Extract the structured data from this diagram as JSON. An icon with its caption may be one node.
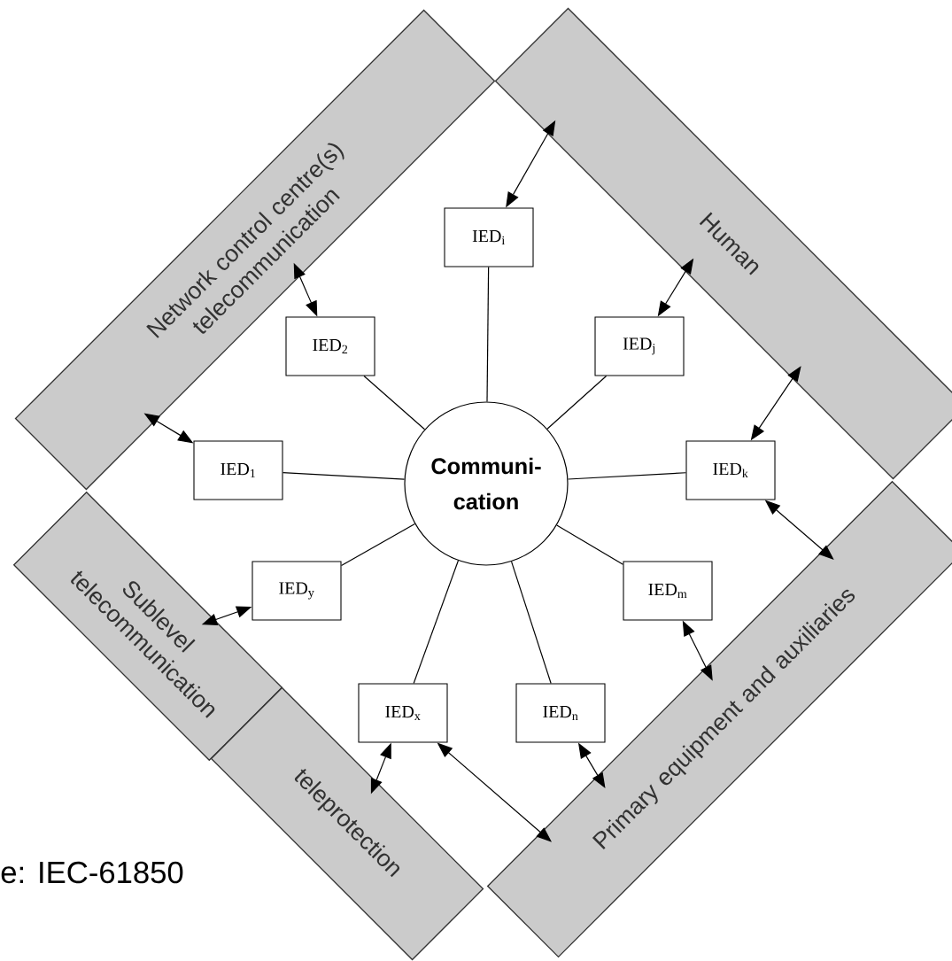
{
  "diagram": {
    "nodes": [
      {
        "text": [
          "Network control centre(s) telecommunication"
        ]
      },
      {
        "text": [
          "Human"
        ]
      },
      {
        "text": [
          "Primary equipment and auxiliaries"
        ]
      },
      {
        "text": [
          "Sublevel telecommunication"
        ]
      },
      {
        "text": [
          "teleprotection"
        ]
      },
      {
        "text": [
          "Communi- cation"
        ]
      },
      {
        "text": [
          "IED$_{i}$"
        ]
      },
      {
        "text": [
          "IED$_{2}$"
        ]
      },
      {
        "text": [
          "IED$_{j}$"
        ]
      },
      {
        "text": [
          "IED$_{1}$"
        ]
      },
      {
        "text": [
          "IED$_{k}$"
        ]
      },
      {
        "text": [
          "IED$_{y}$"
        ]
      },
      {
        "text": [
          "IED$_{m}$"
        ]
      },
      {
        "text": [
          "IED$_{x}$"
        ]
      },
      {
        "text": [
          "IED$_{n}$"
        ]
      }
    ],
    "edges": [
      {
        "from": 5,
        "to": 6,
        "arrow": "none"
      },
      {
        "from": 5,
        "to": 7,
        "arrow": "none"
      },
      {
        "from": 5,
        "to": 8,
        "arrow": "none"
      },
      {
        "from": 5,
        "to": 9,
        "arrow": "none"
      },
      {
        "from": 5,
        "to": 10,
        "arrow": "none"
      },
      {
        "from": 5,
        "to": 11,
        "arrow": "none"
      },
      {
        "from": 5,
        "to": 12,
        "arrow": "none"
      },
      {
        "from": 5,
        "to": 13,
        "arrow": "none"
      },
      {
        "from": 5,
        "to": 14,
        "arrow": "none"
      },
      {
        "from": 6,
        "to": 1,
        "arrow": "both"
      },
      {
        "from": 7,
        "to": 0,
        "arrow": "both"
      },
      {
        "from": 8,
        "to": 1,
        "arrow": "both"
      },
      {
        "from": 9,
        "to": 0,
        "arrow": "both"
      },
      {
        "from": 10,
        "to": 1,
        "arrow": "both"
      },
      {
        "from": 10,
        "to": 2,
        "arrow": "both"
      },
      {
        "from": 11,
        "to": 3,
        "arrow": "both"
      },
      {
        "from": 12,
        "to": 2,
        "arrow": "both"
      },
      {
        "from": 13,
        "to": 4,
        "arrow": "both"
      },
      {
        "from": 13,
        "to": 2,
        "arrow": "both"
      },
      {
        "from": 14,
        "to": 2,
        "arrow": "both"
      }
    ],
    "labels": [
      "e: IEC-61850"
    ]
  }
}
